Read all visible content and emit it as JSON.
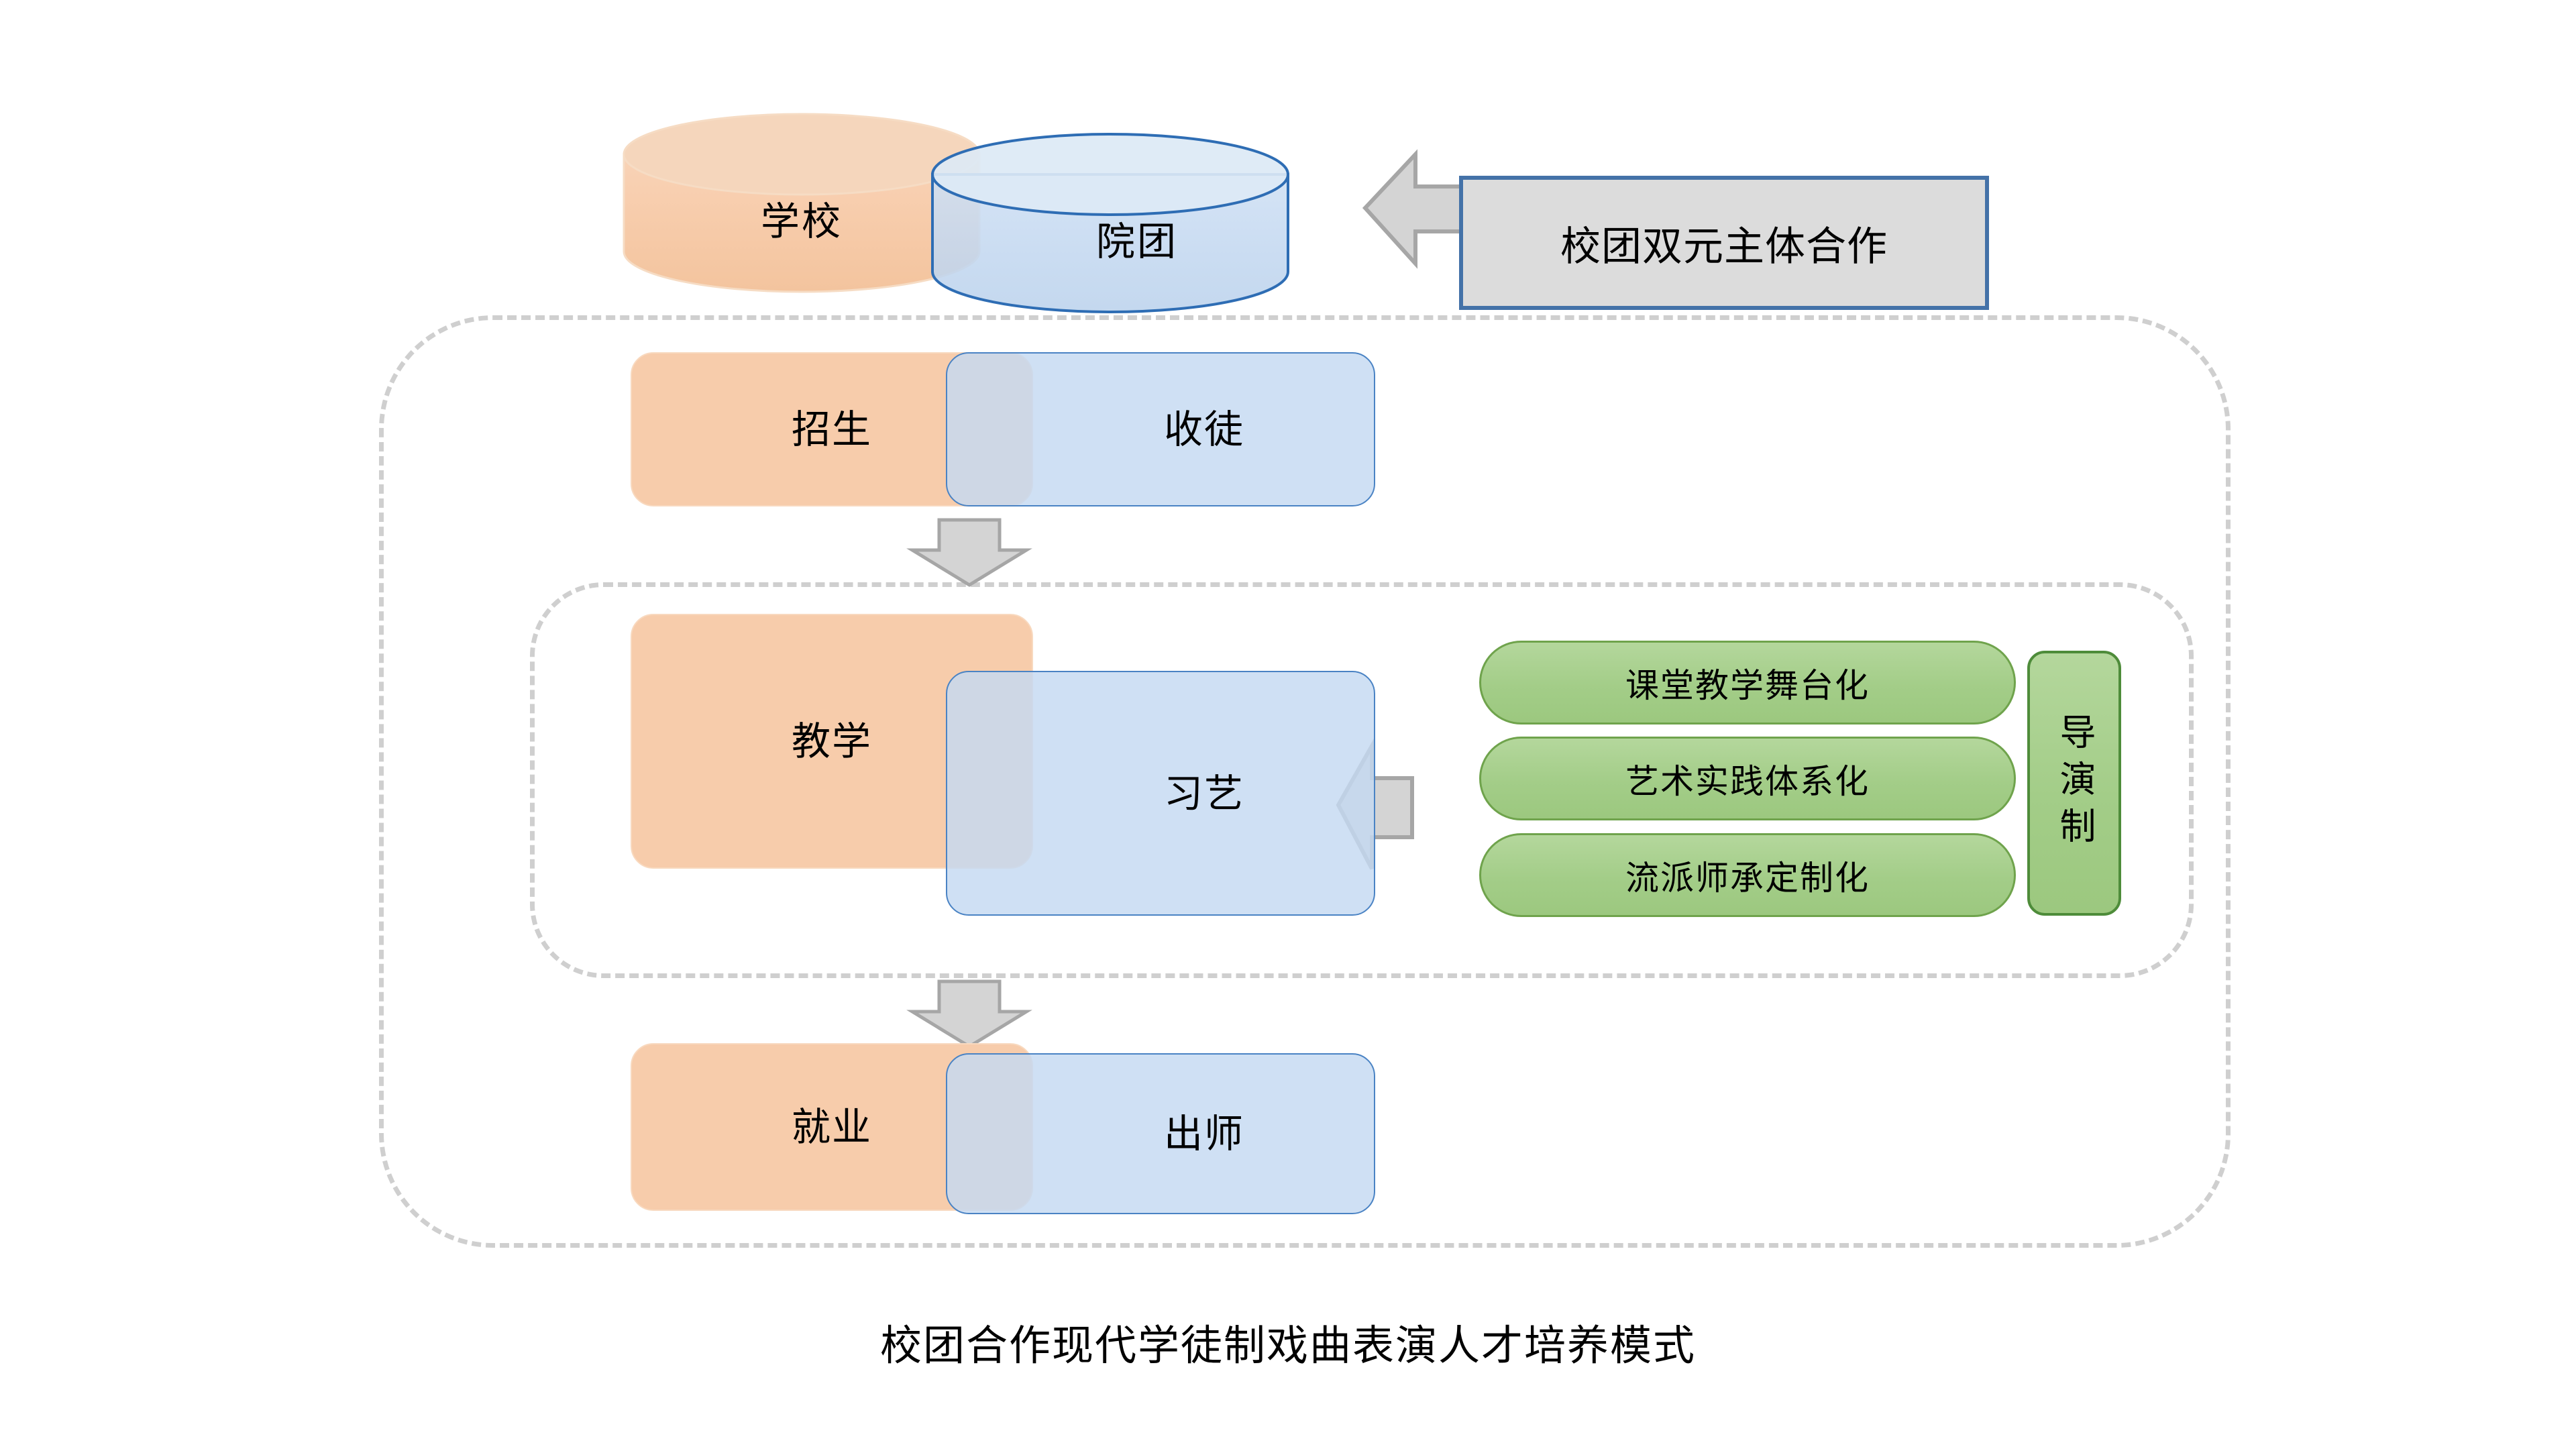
{
  "caption": "校团合作现代学徒制戏曲表演人才培养模式",
  "colors": {
    "orange_fill": "#F7CCAB",
    "orange_top": "#F5D6BC",
    "blue_fill": "#C5D9F1",
    "blue_top": "#DCE9F5",
    "blue_stroke": "#2E6DB4",
    "green_fill": "#A8D08D",
    "green_stroke": "#6FA34C",
    "green_dark_stroke": "#4E8C3A",
    "arrow_fill": "#D4D4D4",
    "arrow_stroke": "#A6A6A6",
    "callout_fill": "#DCDCDC",
    "callout_stroke": "#4472A8",
    "dashed_stroke": "#CFCFCF",
    "overlap_fill": "#C8D4DF"
  },
  "cylinders": {
    "school": "学校",
    "troupe": "院团"
  },
  "callout": {
    "label": "校团双元主体合作"
  },
  "stages": [
    {
      "school": "招生",
      "troupe": "收徒"
    },
    {
      "school": "教学",
      "troupe": "习艺"
    },
    {
      "school": "就业",
      "troupe": "出师"
    }
  ],
  "pills": [
    "课堂教学舞台化",
    "艺术实践体系化",
    "流派师承定制化"
  ],
  "vertical_box": {
    "label": "导演制"
  }
}
